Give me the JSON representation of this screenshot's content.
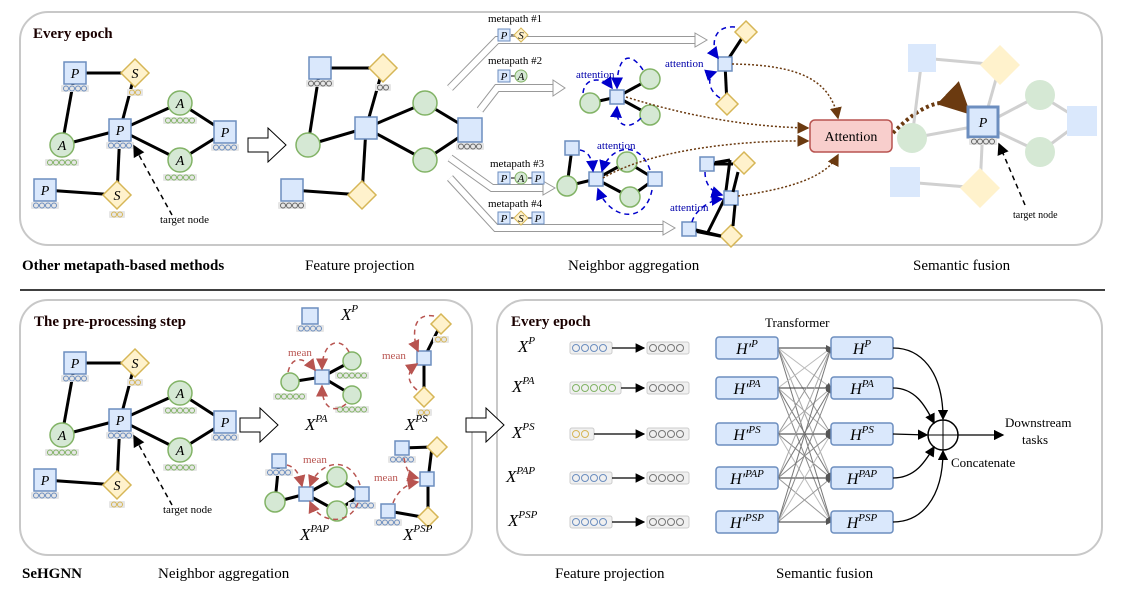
{
  "top": {
    "panel_title": "Every epoch",
    "method_label": "Other metapath-based methods",
    "stages": [
      "Feature projection",
      "Neighbor aggregation",
      "Semantic fusion"
    ],
    "target_node": "target node",
    "attention_box": "Attention",
    "attention_word": "attention",
    "metapaths": [
      {
        "label": "metapath #1",
        "path": [
          "P",
          "S"
        ]
      },
      {
        "label": "metapath #2",
        "path": [
          "P",
          "A"
        ]
      },
      {
        "label": "metapath #3",
        "path": [
          "P",
          "A",
          "P"
        ]
      },
      {
        "label": "metapath #4",
        "path": [
          "P",
          "S",
          "P"
        ]
      }
    ],
    "node_letters": {
      "paper": "P",
      "author": "A",
      "subject": "S"
    }
  },
  "bottom": {
    "panel_title": "The pre-processing step",
    "method_label": "SeHGNN",
    "stage_left": "Neighbor aggregation",
    "stage_mid": "Feature projection",
    "stage_right": "Semantic fusion",
    "panel2_title": "Every epoch",
    "transformer": "Transformer",
    "mean": "mean",
    "target_node": "target node",
    "features": [
      {
        "x": "X",
        "sup": "P"
      },
      {
        "x": "X",
        "sup": "PA"
      },
      {
        "x": "X",
        "sup": "PS"
      },
      {
        "x": "X",
        "sup": "PAP"
      },
      {
        "x": "X",
        "sup": "PSP"
      }
    ],
    "h_prime": [
      "P",
      "PA",
      "PS",
      "PAP",
      "PSP"
    ],
    "h": [
      "P",
      "PA",
      "PS",
      "PAP",
      "PSP"
    ],
    "concatenate": "Concatenate",
    "downstream": [
      "Downstream",
      "tasks"
    ]
  },
  "colors": {
    "paper_fill": "#dae8fc",
    "paper_stroke": "#6c8ebf",
    "author_fill": "#d5e8d4",
    "author_stroke": "#82b366",
    "subject_fill": "#fff2cc",
    "subject_stroke": "#d6b656",
    "attention_fill": "#f8cecc",
    "attention_stroke": "#b85450",
    "blue_dash": "#0000cc",
    "brown_dot": "#6b3a10",
    "red_dash": "#b85450"
  }
}
